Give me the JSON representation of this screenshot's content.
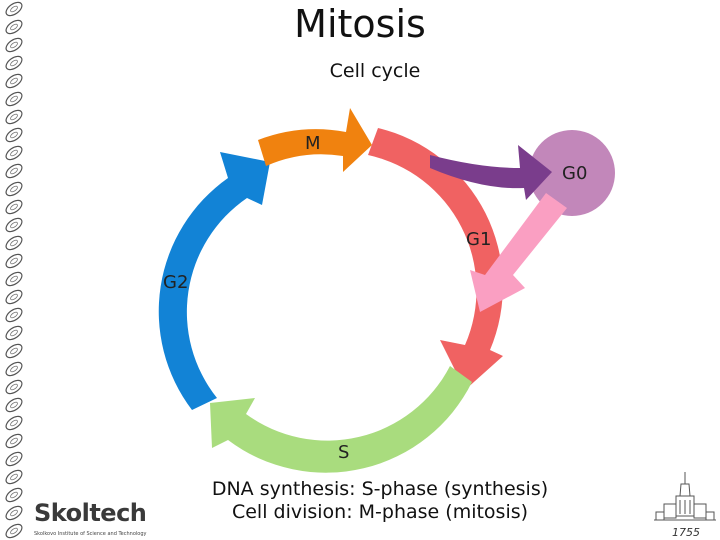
{
  "slide": {
    "title": "Mitosis",
    "subtitle": "Cell cycle",
    "caption_line1": "DNA synthesis: S-phase (synthesis)",
    "caption_line2": "Cell division: M-phase (mitosis)"
  },
  "diagram": {
    "phases": [
      {
        "label": "M",
        "color": "#f0820f"
      },
      {
        "label": "G1",
        "color": "#f06262"
      },
      {
        "label": "S",
        "color": "#a9dc7e"
      },
      {
        "label": "G2",
        "color": "#1283d6"
      },
      {
        "label": "G0",
        "color": "#c287ba"
      }
    ],
    "arrow_to_g0_color": "#7a3d8c",
    "arrow_from_g0_color": "#fa9fc2"
  },
  "logos": {
    "skoltech_word": "Skoltech",
    "skoltech_sub": "Skolkovo Institute of Science and Technology",
    "msu_year": "1755"
  }
}
